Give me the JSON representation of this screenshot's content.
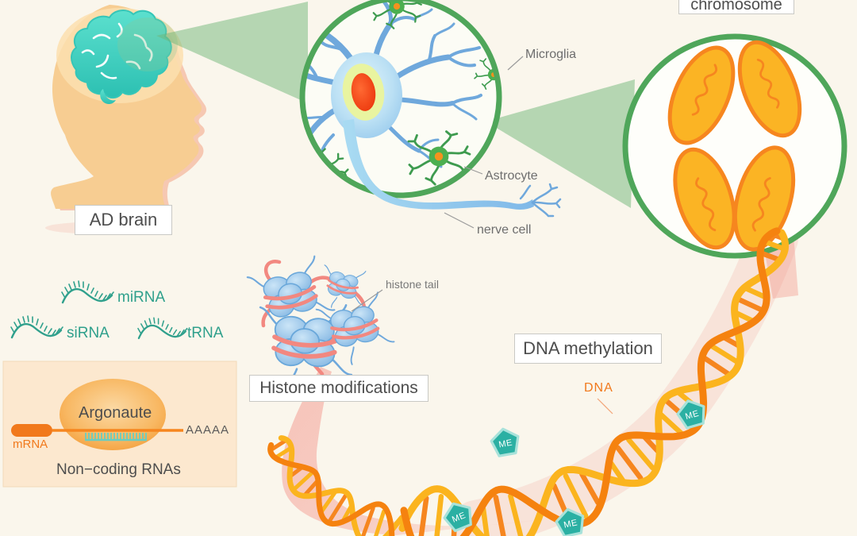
{
  "labels": {
    "ad_brain": "AD brain",
    "chromosome": "chromosome",
    "microglia": "Microglia",
    "astrocyte": "Astrocyte",
    "nerve_cell": "nerve cell",
    "mirna": "miRNA",
    "sirna": "siRNA",
    "trna": "tRNA",
    "argonaute": "Argonaute",
    "mrna": "mRNA",
    "poly_a_tail": "AAAAA",
    "non_coding_rnas": "Non−coding RNAs",
    "histone_modifications": "Histone modifications",
    "histone_tail": "histone tail",
    "dna_methylation": "DNA methylation",
    "dna": "DNA",
    "methyl_group": "ME"
  },
  "colors": {
    "background": "#FAF6EC",
    "circle_green": "#4FA65A",
    "cone_green": "#6FB578",
    "teal_text": "#2FA08C",
    "orange": "#F6861F",
    "gold": "#FBB424",
    "neuron_blue": "#6FA8DC",
    "histone_blue": "#7EB4E2",
    "ribbon_pink": "#F3948A",
    "methyl_teal": "#2BB0A3",
    "label_text": "#4D4D4D"
  },
  "icons": {
    "head": "human-head-silhouette",
    "brain": "brain-icon",
    "neuron": "nerve-cell-icon",
    "glia": "glial-cell-icon",
    "chromosome": "x-chromosome-icon",
    "rna_wave": "rna-strand-icon",
    "methyl_badge": "methyl-group-pentagon",
    "helix": "dna-double-helix"
  }
}
